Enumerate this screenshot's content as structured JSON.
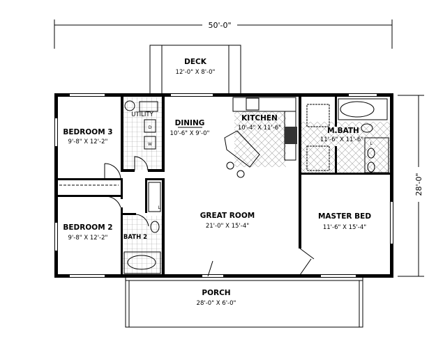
{
  "dimensions": {
    "width": "50'-0\"",
    "depth": "28'-0\""
  },
  "rooms": {
    "deck": {
      "name": "DECK",
      "size": "12'-0\" X 8'-0\""
    },
    "bedroom3": {
      "name": "BEDROOM 3",
      "size": "9'-8\" X 12'-2\""
    },
    "utility": {
      "name": "UTILITY",
      "dryer": "D",
      "washer": "W"
    },
    "dining": {
      "name": "DINING",
      "size": "10'-6\" X 9'-0\""
    },
    "kitchen": {
      "name": "KITCHEN",
      "size": "10'-4\" X 11'-6\""
    },
    "mbath": {
      "name": "M.BATH",
      "size": "11'-6\" X 11'-6\"",
      "linen": "L"
    },
    "bedroom2": {
      "name": "BEDROOM 2",
      "size": "9'-8\" X 12'-2\""
    },
    "bath2": {
      "name": "BATH 2",
      "linen": "L"
    },
    "great_room": {
      "name": "GREAT ROOM",
      "size": "21'-0\" X 15'-4\""
    },
    "master_bed": {
      "name": "MASTER BED",
      "size": "11'-6\" X 15'-4\""
    },
    "porch": {
      "name": "PORCH",
      "size": "28'-0\" X 6'-0\""
    }
  }
}
